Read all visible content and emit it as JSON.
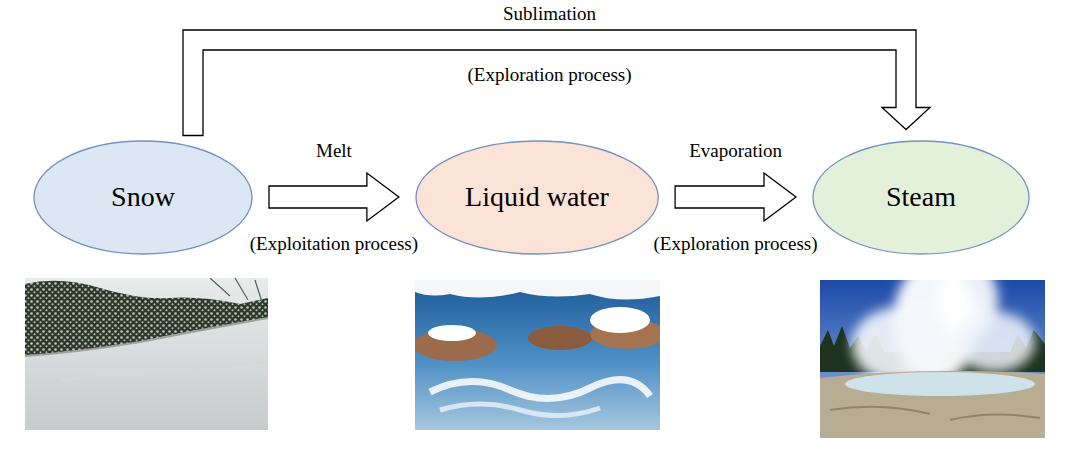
{
  "diagram": {
    "nodes": [
      {
        "text": [
          "Snow"
        ]
      },
      {
        "text": [
          "Liquid water"
        ]
      },
      {
        "text": [
          "Steam"
        ]
      }
    ],
    "edges": [
      {
        "from": 0,
        "to": 2,
        "arrow": "to",
        "label": "Sublimation"
      },
      {
        "from": 0,
        "to": 1,
        "arrow": "to",
        "label": "Melt"
      },
      {
        "from": 1,
        "to": 2,
        "arrow": "to",
        "label": "Evaporation"
      }
    ],
    "labels": [
      "(Exploration process)",
      "(Exploitation process)",
      "(Exploration process)"
    ]
  }
}
